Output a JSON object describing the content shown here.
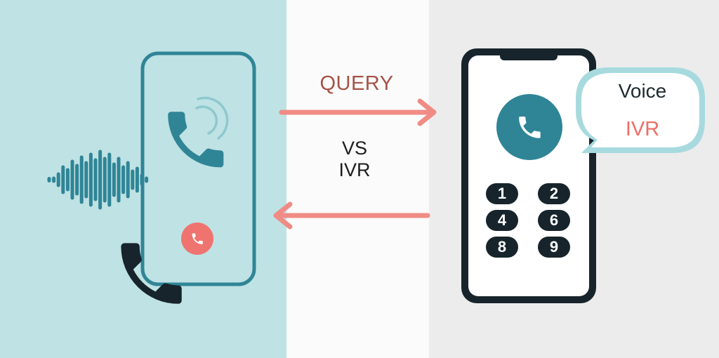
{
  "labels": {
    "query": "QUERY",
    "vs": "VS",
    "ivr_center": "IVR",
    "bubble_voice": "Voice",
    "bubble_ivr": "IVR"
  },
  "keypad": [
    "1",
    "2",
    "4",
    "6",
    "8",
    "9"
  ],
  "icons": {
    "left_phone_handset": "phone-handset-icon",
    "left_sound_waves": "sound-waves-icon",
    "left_end_call": "end-call-icon",
    "external_handset": "phone-receiver-icon",
    "voice_waveform": "audio-waveform-icon",
    "right_call": "phone-call-icon",
    "arrow_to_right": "arrow-right-icon",
    "arrow_to_left": "arrow-left-icon"
  },
  "colors": {
    "left_panel_bg": "#bfe2e4",
    "middle_panel_bg": "#fbfbfb",
    "right_panel_bg": "#ececed",
    "teal": "#2f8596",
    "coral": "#ef8a86",
    "dark": "#17242b",
    "query_text": "#a65248",
    "ivr_red": "#ef6d67"
  }
}
